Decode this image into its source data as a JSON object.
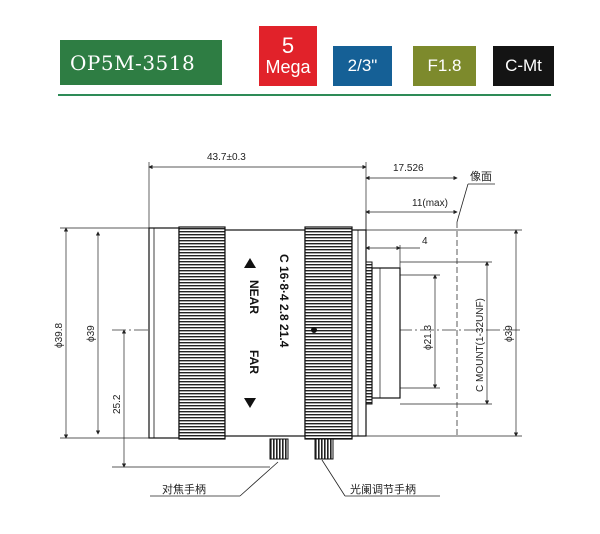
{
  "header": {
    "model": "OP5M-3518",
    "megapixel_number": "5",
    "megapixel_unit": "Mega",
    "sensor_format": "2/3\"",
    "aperture": "F1.8",
    "mount": "C-Mt"
  },
  "colors": {
    "model_bg": "#2e7d43",
    "megapixel_bg": "#e1222a",
    "sensor_bg": "#156096",
    "aperture_bg": "#7d8a2c",
    "mount_bg": "#141414",
    "divider": "#2e8b57"
  },
  "dimensions": {
    "total_length": "43.7±0.3",
    "back_focus": "17.526",
    "flange_max": "11(max)",
    "thread_len": "4",
    "outer_dia": "ϕ39.8",
    "body_dia": "ϕ39",
    "mount_dia": "ϕ39",
    "inner_dia": "ϕ21.3",
    "center_height": "25.2",
    "mount_thread": "C MOUNT(1-32UNF)"
  },
  "labels": {
    "image_plane": "像面",
    "focus_handle": "对焦手柄",
    "iris_handle": "光阑调节手柄"
  },
  "barrel": {
    "f_scale": "C 16·8·4  2.8 21.4",
    "near": "NEAR",
    "far": "FAR"
  }
}
